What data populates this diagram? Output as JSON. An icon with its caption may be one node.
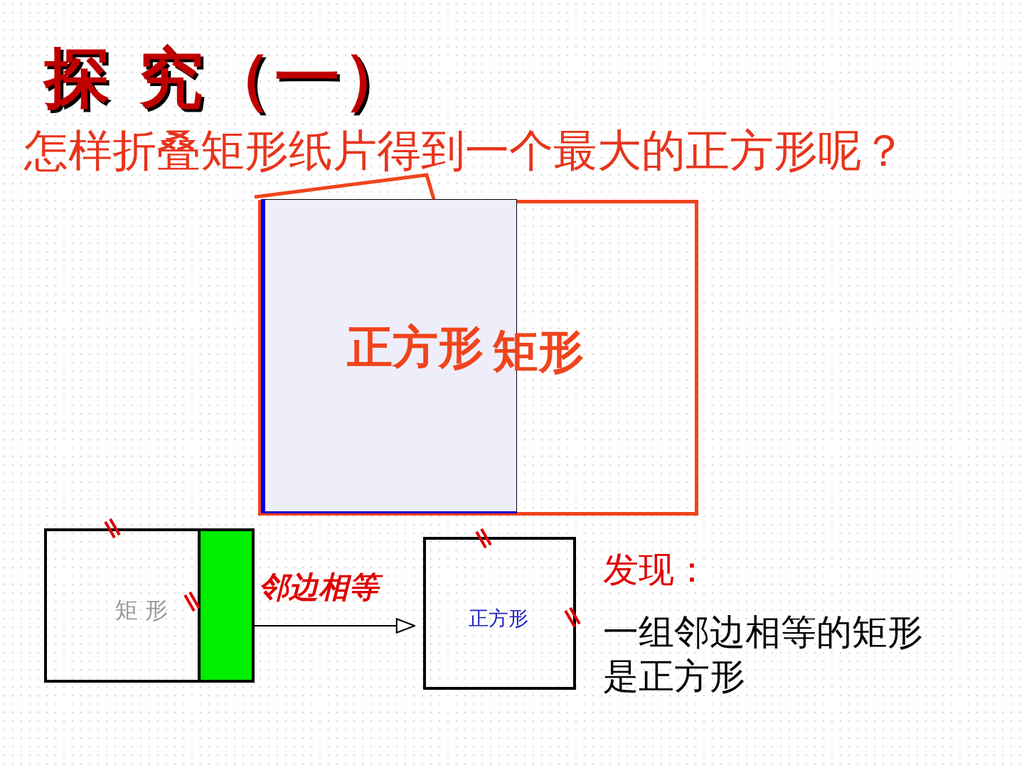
{
  "diagram": {
    "title": "探 究（一）",
    "nodes": [
      {
        "text": [
          "矩形"
        ]
      },
      {
        "text": [
          "正方形"
        ],
        "in": 0
      },
      {
        "text": [
          "矩 形"
        ]
      },
      {
        "text": [],
        "shape": "bar",
        "in": 2
      },
      {
        "text": [
          "正方形"
        ]
      }
    ],
    "edges": [
      {
        "from": 2,
        "to": 4,
        "arrow": "to",
        "label": "邻边相等"
      }
    ],
    "labels": [
      "怎样折叠矩形纸片得到一个最大的正方形呢？",
      "发现：",
      "一组邻边相等的矩形是正方形"
    ]
  }
}
